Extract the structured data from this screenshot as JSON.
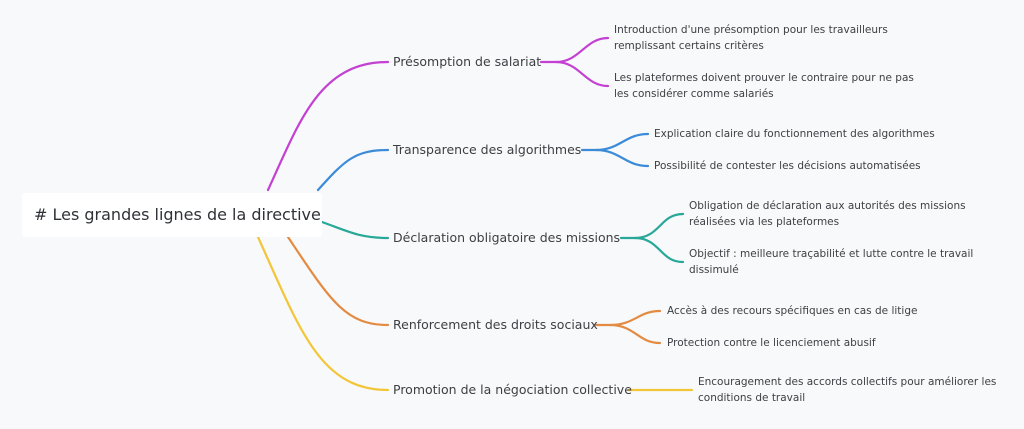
{
  "root": {
    "title": "# Les grandes lignes de la directive"
  },
  "colors": {
    "purple": "#c340d3",
    "blue": "#3b8bd9",
    "teal": "#27a898",
    "orange": "#e38b42",
    "yellow": "#f3c63a"
  },
  "branches": [
    {
      "label": "Présomption de salariat",
      "color": "purple",
      "leaves": [
        {
          "line1": "Introduction d'une présomption pour les travailleurs",
          "line2": "remplissant certains critères"
        },
        {
          "line1": "Les plateformes doivent prouver le contraire pour ne pas",
          "line2": "les considérer comme salariés"
        }
      ]
    },
    {
      "label": "Transparence des algorithmes",
      "color": "blue",
      "leaves": [
        {
          "line1": "Explication claire du fonctionnement des algorithmes"
        },
        {
          "line1": "Possibilité de contester les décisions automatisées"
        }
      ]
    },
    {
      "label": "Déclaration obligatoire des missions",
      "color": "teal",
      "leaves": [
        {
          "line1": "Obligation de déclaration aux autorités des missions",
          "line2": "réalisées via les plateformes"
        },
        {
          "line1": "Objectif : meilleure traçabilité et lutte contre le travail",
          "line2": "dissimulé"
        }
      ]
    },
    {
      "label": "Renforcement des droits sociaux",
      "color": "orange",
      "leaves": [
        {
          "line1": "Accès à des recours spécifiques en cas de litige"
        },
        {
          "line1": "Protection contre le licenciement abusif"
        }
      ]
    },
    {
      "label": "Promotion de la négociation collective",
      "color": "yellow",
      "leaves": [
        {
          "line1": "Encouragement des accords collectifs pour améliorer les",
          "line2": "conditions de travail"
        }
      ]
    }
  ]
}
